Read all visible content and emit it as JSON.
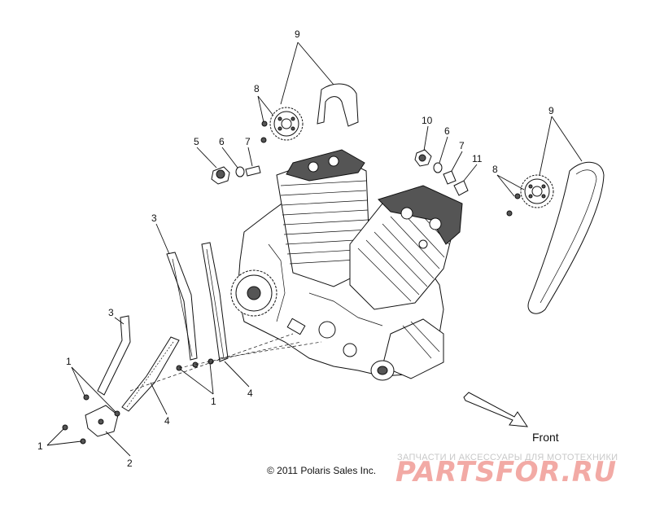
{
  "callouts": {
    "c9_top": "9",
    "c8_top": "8",
    "c5": "5",
    "c6_left": "6",
    "c7_left": "7",
    "c10": "10",
    "c6_right": "6",
    "c7_right": "7",
    "c11": "11",
    "c9_right": "9",
    "c8_right": "8",
    "c3_mid": "3",
    "c3_left": "3",
    "c1_upper": "1",
    "c1_mid": "1",
    "c1_lower": "1",
    "c4_mid": "4",
    "c4_lower": "4",
    "c2": "2"
  },
  "direction_label": "Front",
  "copyright": "© 2011 Polaris Sales Inc.",
  "watermark": {
    "tagline": "ЗАПЧАСТИ И АКСЕССУАРЫ ДЛЯ МОТОТЕХНИКИ",
    "logo_text": "PartsFor.ru"
  },
  "colors": {
    "line": "#111111",
    "watermark_logo": "#f2aaa5",
    "watermark_text": "#c8c8c8"
  }
}
